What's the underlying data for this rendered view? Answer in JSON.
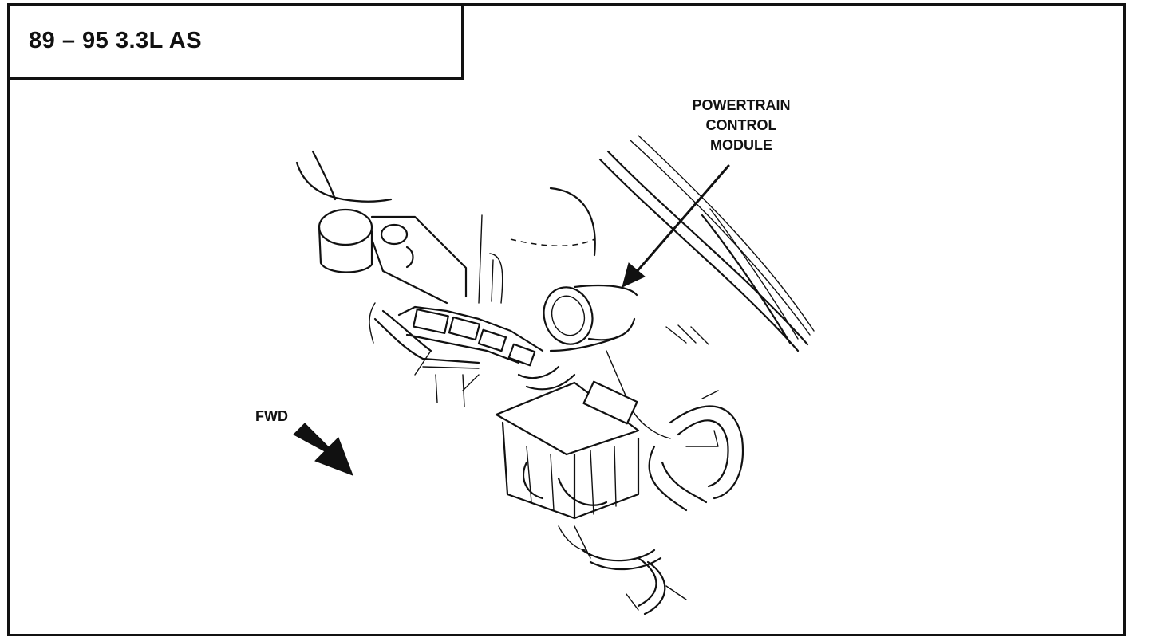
{
  "title": "89 – 95 3.3L AS",
  "callout": {
    "lines": [
      "POWERTRAIN",
      "CONTROL",
      "MODULE"
    ]
  },
  "direction_label": "FWD",
  "icons": {
    "pointer": "arrow-pointer-icon",
    "forward": "fwd-arrow-icon"
  },
  "colors": {
    "ink": "#111111",
    "paper": "#ffffff"
  }
}
